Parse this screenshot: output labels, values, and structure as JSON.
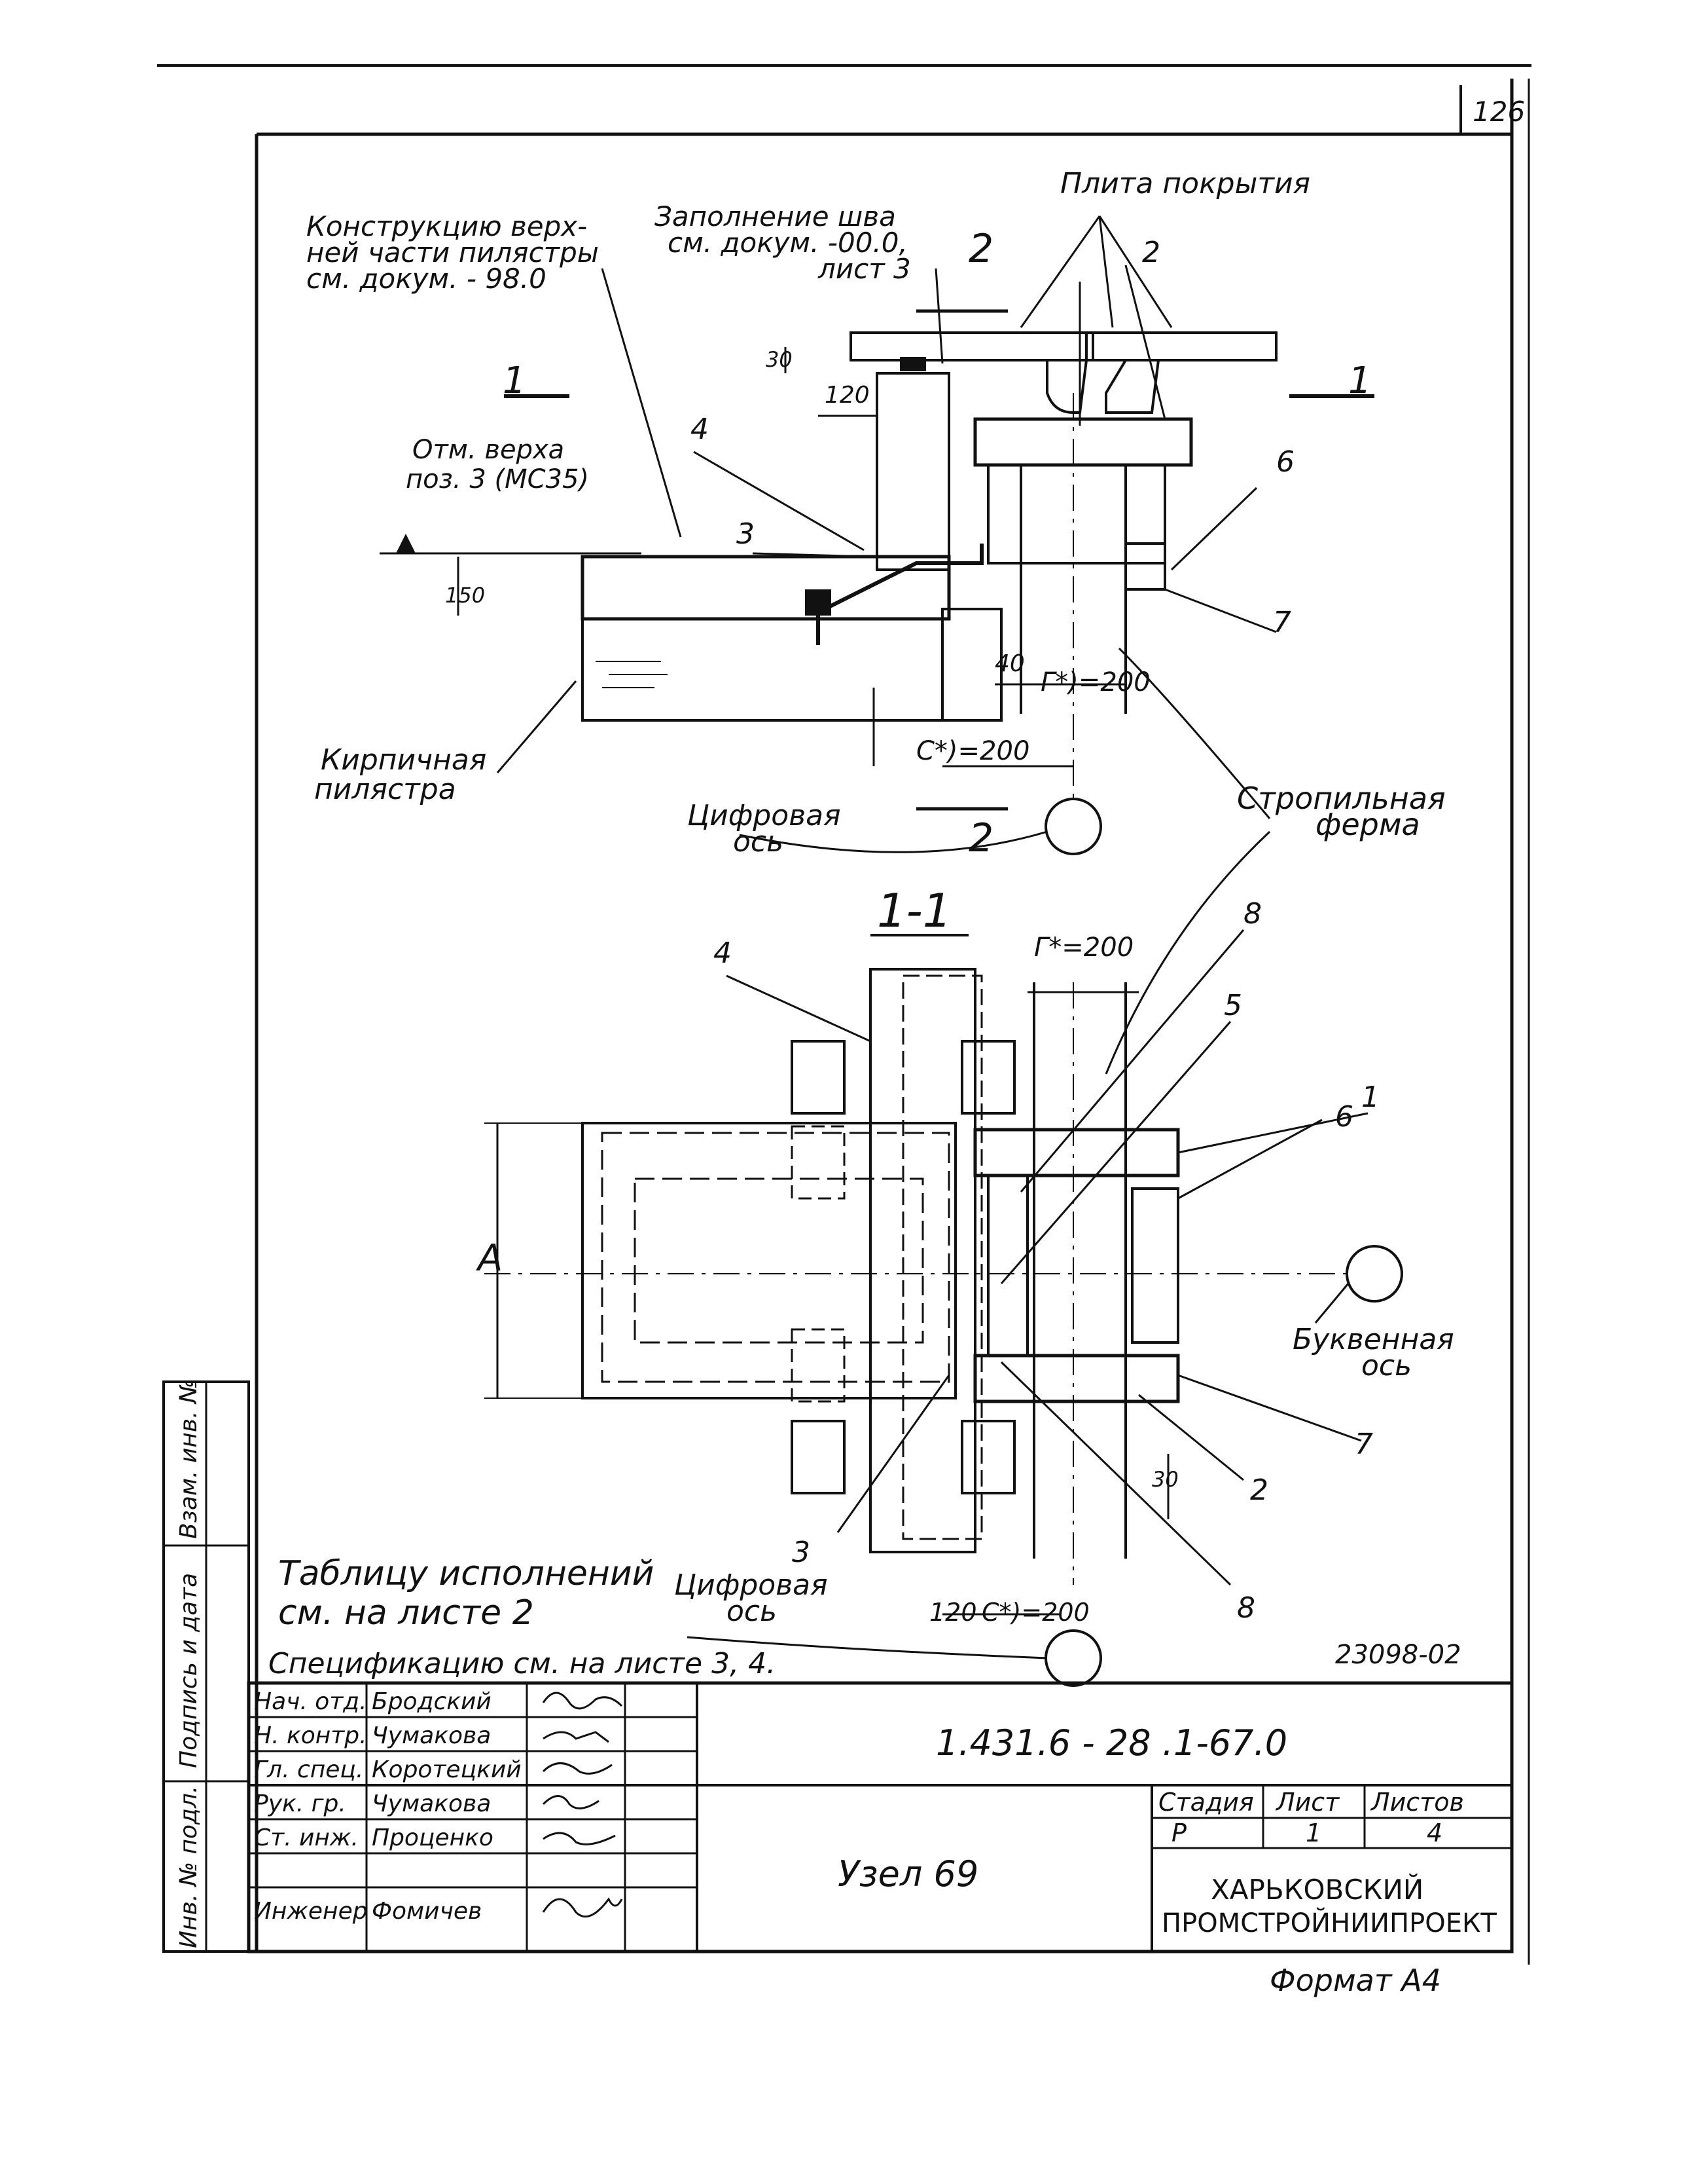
{
  "sheet_number": "126",
  "top_view": {
    "label_structure": [
      "Конструкцию верх-",
      "ней части пилястры",
      "см. докум. - 98.0"
    ],
    "label_joint": [
      "Заполнение шва",
      "см. докум. -00.0,",
      "лист 3"
    ],
    "label_slab": "Плита покрытия",
    "label_elev": [
      "Отм. верха",
      "поз. 3 (МС35)"
    ],
    "label_pilaster": [
      "Кирпичная",
      "пилястра"
    ],
    "label_truss": [
      "Стропильная",
      "ферма"
    ],
    "label_digit_axis": [
      "Цифровая",
      "ось"
    ],
    "section_mark": "1",
    "cut_mark": "2",
    "dims": {
      "d30": "30",
      "d120": "120",
      "d150": "150",
      "d40": "40",
      "g200": "Г*)=200",
      "c200": "С*)=200"
    },
    "positions": [
      "2",
      "4",
      "3",
      "6",
      "7"
    ]
  },
  "section_view": {
    "title": "1-1",
    "dim_g": "Г*=200",
    "dim_a": "А",
    "dim_30": "30",
    "dim_120": "120",
    "dim_c": "С*)=200",
    "label_letter_axis": [
      "Буквенная",
      "ось"
    ],
    "label_digit_axis": [
      "Цифровая",
      "ось"
    ],
    "positions": [
      "4",
      "8",
      "5",
      "1",
      "6",
      "7",
      "2",
      "3",
      "8"
    ]
  },
  "notes": {
    "line1": "Таблицу исполнений",
    "line2": "см. на листе 2",
    "line3": "Спецификацию см. на листе 3, 4."
  },
  "drawing_id": "23098-02",
  "side_stamp": [
    "Инв. № подл.",
    "Подпись и дата",
    "Взам. инв. №"
  ],
  "title_block": {
    "code": "1.431.6 - 28 .1-67.0",
    "name": "Узел 69",
    "org": [
      "ХАРЬКОВСКИЙ",
      "ПРОМСТРОЙНИИПРОЕКТ"
    ],
    "format": "Формат А4",
    "stage_header": "Стадия",
    "sheet_header": "Лист",
    "sheets_header": "Листов",
    "stage": "Р",
    "sheet": "1",
    "sheets": "4",
    "people": [
      {
        "role": "Нач. отд.",
        "name": "Бродский"
      },
      {
        "role": "Н. контр.",
        "name": "Чумакова"
      },
      {
        "role": "Гл. спец.",
        "name": "Коротецкий"
      },
      {
        "role": "Рук. гр.",
        "name": "Чумакова"
      },
      {
        "role": "Ст. инж.",
        "name": "Проценко"
      },
      {
        "role": "",
        "name": ""
      },
      {
        "role": "Инженер",
        "name": "Фомичев"
      }
    ]
  }
}
